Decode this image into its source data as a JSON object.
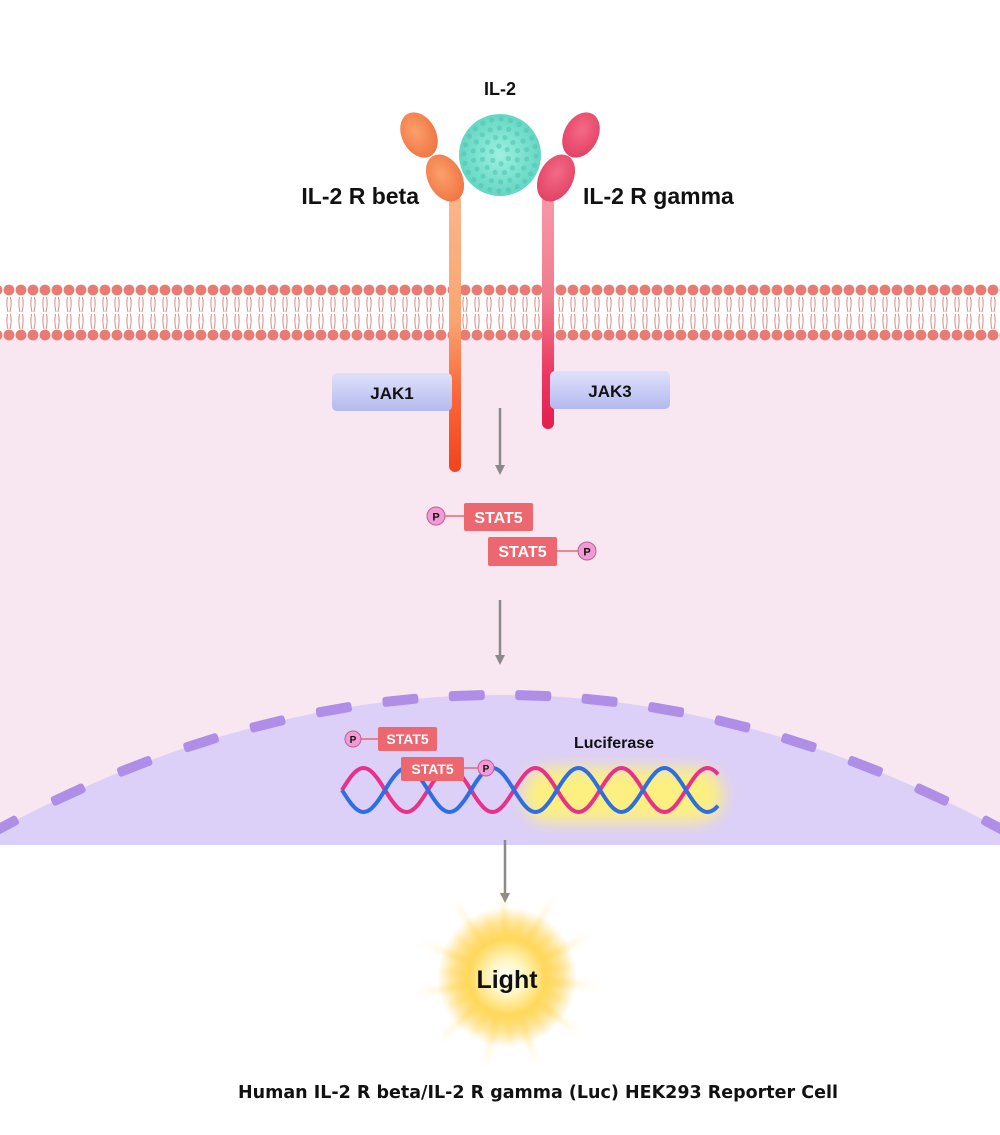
{
  "ligand": {
    "label": "IL-2",
    "color": "#7fe0cf"
  },
  "receptors": [
    {
      "label": "IL-2 R beta",
      "color": "#f79a5f",
      "kinase": "JAK1"
    },
    {
      "label": "IL-2 R gamma",
      "color": "#e8426a",
      "kinase": "JAK3"
    }
  ],
  "stat": {
    "label": "STAT5",
    "phospho_label": "P",
    "color": "#ec6770"
  },
  "nucleus": {
    "gene_label": "Luciferase"
  },
  "output": {
    "label": "Light"
  },
  "caption": "Human IL-2 R beta/IL-2 R gamma (Luc) HEK293 Reporter Cell",
  "colors": {
    "cytoplasm": "#f8e6f0",
    "membrane_head": "#e87c74",
    "nucleus": "#dccff8",
    "nuclear_envelope": "#ae8ee6",
    "jak_box": "#c9cdf5",
    "arrow": "#8a8a8a",
    "dna_blue": "#2d6fe0",
    "dna_pink": "#e8318a",
    "phospho": "#f29ad6"
  }
}
